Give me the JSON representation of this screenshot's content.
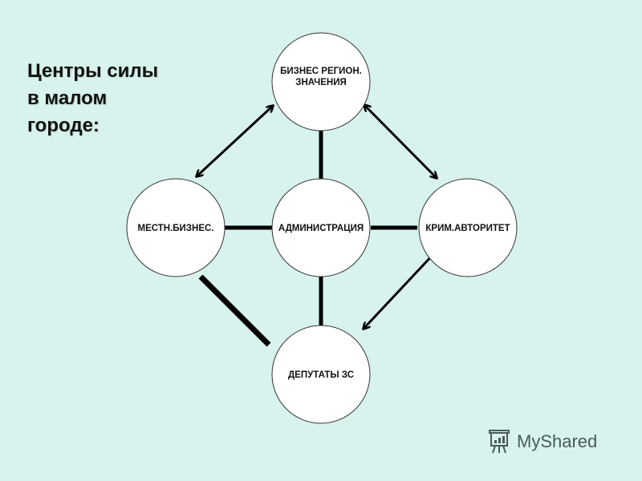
{
  "title": "Центры силы\nв малом\nгороде:",
  "nodes": {
    "top": "БИЗНЕС РЕГИОН.\nЗНАЧЕНИЯ",
    "left": "МЕСТН.БИЗНЕС.",
    "center": "АДМИНИСТРАЦИЯ",
    "right": "КРИМ.АВТОРИТЕТ",
    "bottom": "ДЕПУТАТЫ ЗС"
  },
  "connections": [
    {
      "from": "top",
      "to": "left",
      "type": "double-arrow"
    },
    {
      "from": "top",
      "to": "right",
      "type": "double-arrow"
    },
    {
      "from": "right",
      "to": "bottom",
      "type": "double-arrow"
    },
    {
      "from": "top",
      "to": "center",
      "type": "thick-line"
    },
    {
      "from": "left",
      "to": "center",
      "type": "thick-line"
    },
    {
      "from": "center",
      "to": "right",
      "type": "thick-line"
    },
    {
      "from": "center",
      "to": "bottom",
      "type": "thick-line"
    },
    {
      "from": "left",
      "to": "bottom",
      "type": "thick-line"
    }
  ],
  "colors": {
    "background": "#d8f3ee",
    "node_fill": "#ffffff",
    "line": "#000000"
  },
  "watermark": {
    "text": "MyShared",
    "icon": "presentation-board-icon"
  }
}
